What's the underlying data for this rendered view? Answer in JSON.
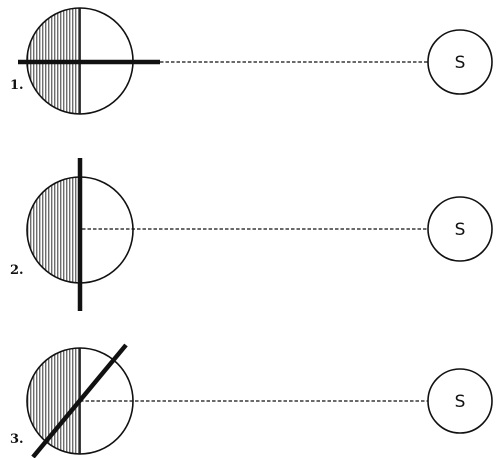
{
  "diagrams": [
    {
      "number": "1.",
      "sun_label": "S"
    },
    {
      "number": "2.",
      "sun_label": "S"
    },
    {
      "number": "3.",
      "sun_label": "S"
    }
  ],
  "colors": {
    "ink": "#111111",
    "shade": "#9a9a9a",
    "background": "#ffffff"
  }
}
